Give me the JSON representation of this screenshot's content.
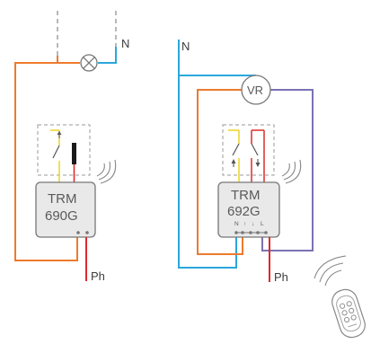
{
  "left_circuit": {
    "neutral_label": "N",
    "phase_label": "Ph",
    "module": {
      "line1": "TRM",
      "line2": "690G"
    }
  },
  "right_circuit": {
    "neutral_label": "N",
    "phase_label": "Ph",
    "load_label": "VR",
    "module": {
      "line1": "TRM",
      "line2": "692G"
    },
    "terminals": [
      "N",
      "↑",
      "↓",
      "L"
    ]
  },
  "colors": {
    "orange": "#ee7a2d",
    "blue": "#2ba7dc",
    "red": "#dd2b2b",
    "yellow": "#ecd324",
    "purple": "#7a72b4",
    "gray": "#8a8a8a",
    "box_fill": "#e9e9e9"
  },
  "icons": [
    "lamp-icon",
    "wireless-signal-icon",
    "remote-control-icon"
  ]
}
